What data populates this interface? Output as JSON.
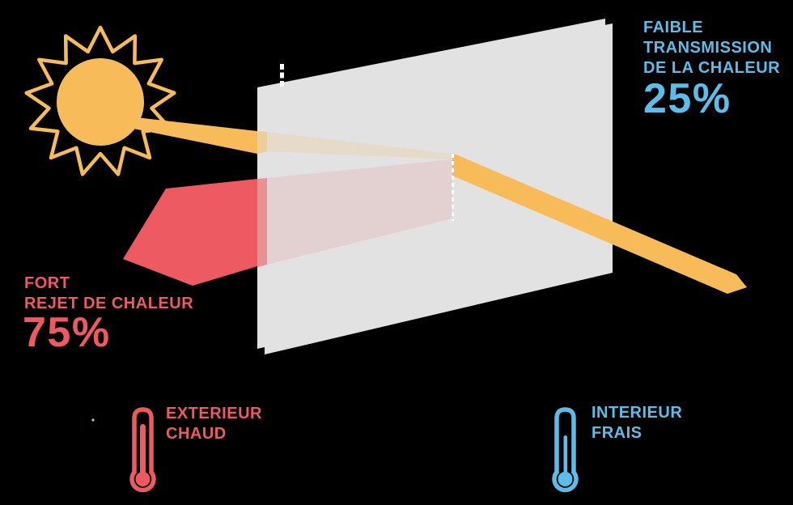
{
  "colors": {
    "background": "#000000",
    "orange": "#F7BC59",
    "red": "#EE5A61",
    "blue": "#5CBDE9",
    "glass": "#E2E2E2",
    "white": "#FFFFFF"
  },
  "icons": {
    "sun": "sun-icon",
    "hot_thermometer": "thermometer-hot-icon",
    "cold_thermometer": "thermometer-cold-icon",
    "window": "window-pane",
    "film_line": "film-dashed-line"
  },
  "transmission": {
    "line1": "FAIBLE",
    "line2": "TRANSMISSION",
    "line3": "DE LA CHALEUR",
    "value": "25%"
  },
  "rejection": {
    "line1": "FORT",
    "line2": "REJET DE CHALEUR",
    "value": "75%"
  },
  "exterior": {
    "line1": "EXTERIEUR",
    "line2": "CHAUD"
  },
  "interior": {
    "line1": "INTERIEUR",
    "line2": "FRAIS"
  }
}
